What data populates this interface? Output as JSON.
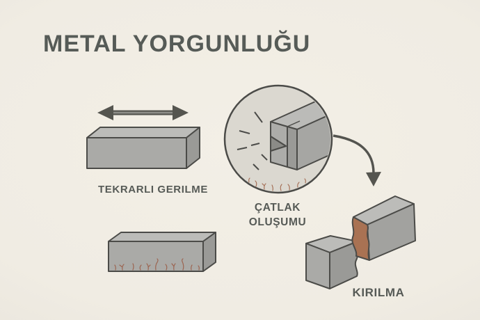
{
  "title": "METAL YORGUNLUĞU",
  "stages": [
    {
      "name": "repeated-stress",
      "label": "TEKRARLI GERILME"
    },
    {
      "name": "crack-formation",
      "label_line1": "ÇATLAK",
      "label_line2": "OLUŞUMU"
    },
    {
      "name": "fracture",
      "label": "KIRILMA"
    }
  ],
  "icons": [
    "double-arrow-icon",
    "magnifier-circle",
    "impact-dashes",
    "curved-arrow-icon"
  ],
  "colors": {
    "background": "#F0ECE3",
    "background_edge": "#E3DFD6",
    "outline": "#4B4B48",
    "text": "#565A56",
    "metal_top": "#BCBCB9",
    "metal_front": "#AAAAA7",
    "metal_side": "#9A9A97",
    "lens_fill": "#DBD8D0",
    "micro_crack_red": "#9C6450",
    "fracture_surface": "#A97253",
    "arrow": "#55554F"
  }
}
